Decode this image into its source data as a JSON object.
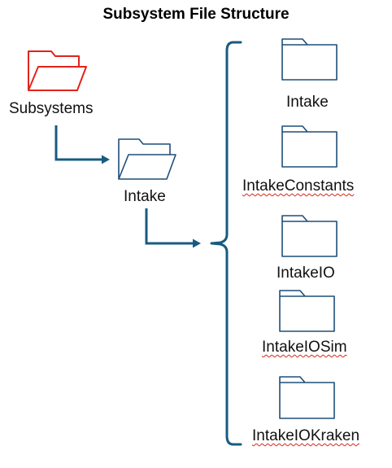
{
  "title": "Subsystem File Structure",
  "colors": {
    "root_folder": "#e2231a",
    "folder": "#1f4e79",
    "connector": "#185b80",
    "spellcheck": "#d9251d"
  },
  "root": {
    "label": "Subsystems",
    "icon": "open-folder-icon"
  },
  "subsystem": {
    "label": "Intake",
    "icon": "open-folder-icon"
  },
  "files": [
    {
      "label": "Intake",
      "icon": "folder-icon"
    },
    {
      "label": "IntakeConstants",
      "icon": "folder-icon"
    },
    {
      "label": "IntakeIO",
      "icon": "folder-icon"
    },
    {
      "label": "IntakeIOSim",
      "icon": "folder-icon"
    },
    {
      "label": "IntakeIOKraken",
      "icon": "folder-icon"
    }
  ]
}
